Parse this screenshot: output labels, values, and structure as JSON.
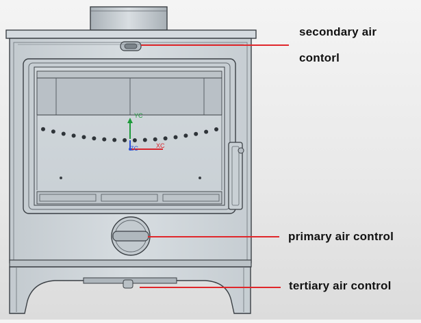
{
  "callouts": {
    "secondary": {
      "line1": "secondary air",
      "line2": "contorl"
    },
    "primary": {
      "label": "primary air control"
    },
    "tertiary": {
      "label": "tertiary air control"
    }
  },
  "axis_triad": {
    "y": "YC",
    "z": "ZC",
    "x": "XC"
  },
  "colors": {
    "stove_body": "#cfd5da",
    "stove_outline": "#3a3f44",
    "leader_line": "#e0262a",
    "axis_y": "#1d9a3a",
    "axis_x": "#d8232a",
    "axis_z": "#2a4fd6",
    "background": "#ececec"
  }
}
